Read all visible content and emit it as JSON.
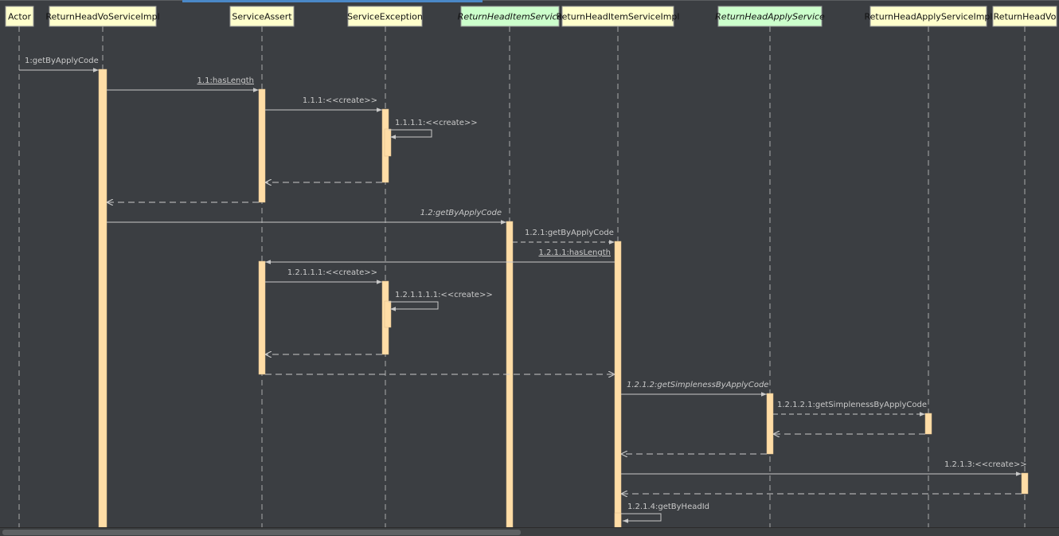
{
  "diagram": {
    "participants": [
      {
        "id": "actor",
        "label": "Actor",
        "interface": false
      },
      {
        "id": "rhvsi",
        "label": "ReturnHeadVoServiceImpl",
        "interface": false
      },
      {
        "id": "sa",
        "label": "ServiceAssert",
        "interface": false
      },
      {
        "id": "se",
        "label": "ServiceException",
        "interface": false
      },
      {
        "id": "rhis",
        "label": "ReturnHeadItemService",
        "interface": true
      },
      {
        "id": "rhisi",
        "label": "ReturnHeadItemServiceImpl",
        "interface": false
      },
      {
        "id": "rhas",
        "label": "ReturnHeadApplyService",
        "interface": true
      },
      {
        "id": "rhasi",
        "label": "ReturnHeadApplyServiceImpl",
        "interface": false
      },
      {
        "id": "rhvo",
        "label": "ReturnHeadVo",
        "interface": false
      }
    ],
    "messages": [
      {
        "from": "actor",
        "to": "rhvsi",
        "label": "1:getByApplyCode",
        "kind": "call"
      },
      {
        "from": "rhvsi",
        "to": "sa",
        "label": "1.1:hasLength",
        "kind": "call",
        "underline": true
      },
      {
        "from": "sa",
        "to": "se",
        "label": "1.1.1:<<create>>",
        "kind": "call"
      },
      {
        "from": "se",
        "to": "se",
        "label": "1.1.1.1:<<create>>",
        "kind": "self"
      },
      {
        "from": "se",
        "to": "sa",
        "label": "",
        "kind": "return"
      },
      {
        "from": "sa",
        "to": "rhvsi",
        "label": "",
        "kind": "return"
      },
      {
        "from": "rhvsi",
        "to": "rhis",
        "label": "1.2:getByApplyCode",
        "kind": "call",
        "italic": true
      },
      {
        "from": "rhis",
        "to": "rhisi",
        "label": "1.2.1:getByApplyCode",
        "kind": "dashed-call"
      },
      {
        "from": "rhisi",
        "to": "sa",
        "label": "1.2.1.1:hasLength",
        "kind": "call",
        "underline": true
      },
      {
        "from": "sa",
        "to": "se",
        "label": "1.2.1.1.1:<<create>>",
        "kind": "call"
      },
      {
        "from": "se",
        "to": "se",
        "label": "1.2.1.1.1.1:<<create>>",
        "kind": "self"
      },
      {
        "from": "se",
        "to": "sa",
        "label": "",
        "kind": "return"
      },
      {
        "from": "sa",
        "to": "rhisi",
        "label": "",
        "kind": "return"
      },
      {
        "from": "rhisi",
        "to": "rhas",
        "label": "1.2.1.2:getSimplenessByApplyCode",
        "kind": "call",
        "italic": true
      },
      {
        "from": "rhas",
        "to": "rhasi",
        "label": "1.2.1.2.1:getSimplenessByApplyCode",
        "kind": "dashed-call"
      },
      {
        "from": "rhasi",
        "to": "rhas",
        "label": "",
        "kind": "return"
      },
      {
        "from": "rhas",
        "to": "rhisi",
        "label": "",
        "kind": "return"
      },
      {
        "from": "rhisi",
        "to": "rhvo",
        "label": "1.2.1.3:<<create>>",
        "kind": "call"
      },
      {
        "from": "rhvo",
        "to": "rhisi",
        "label": "",
        "kind": "return"
      },
      {
        "from": "rhisi",
        "to": "rhisi",
        "label": "1.2.1.4:getByHeadId",
        "kind": "self"
      }
    ]
  },
  "colors": {
    "background": "#3b3e42",
    "participant_fill": "#ffffcc",
    "interface_fill": "#ccffcc",
    "activation_fill": "#ffdda6",
    "line": "#c8c8c8"
  }
}
